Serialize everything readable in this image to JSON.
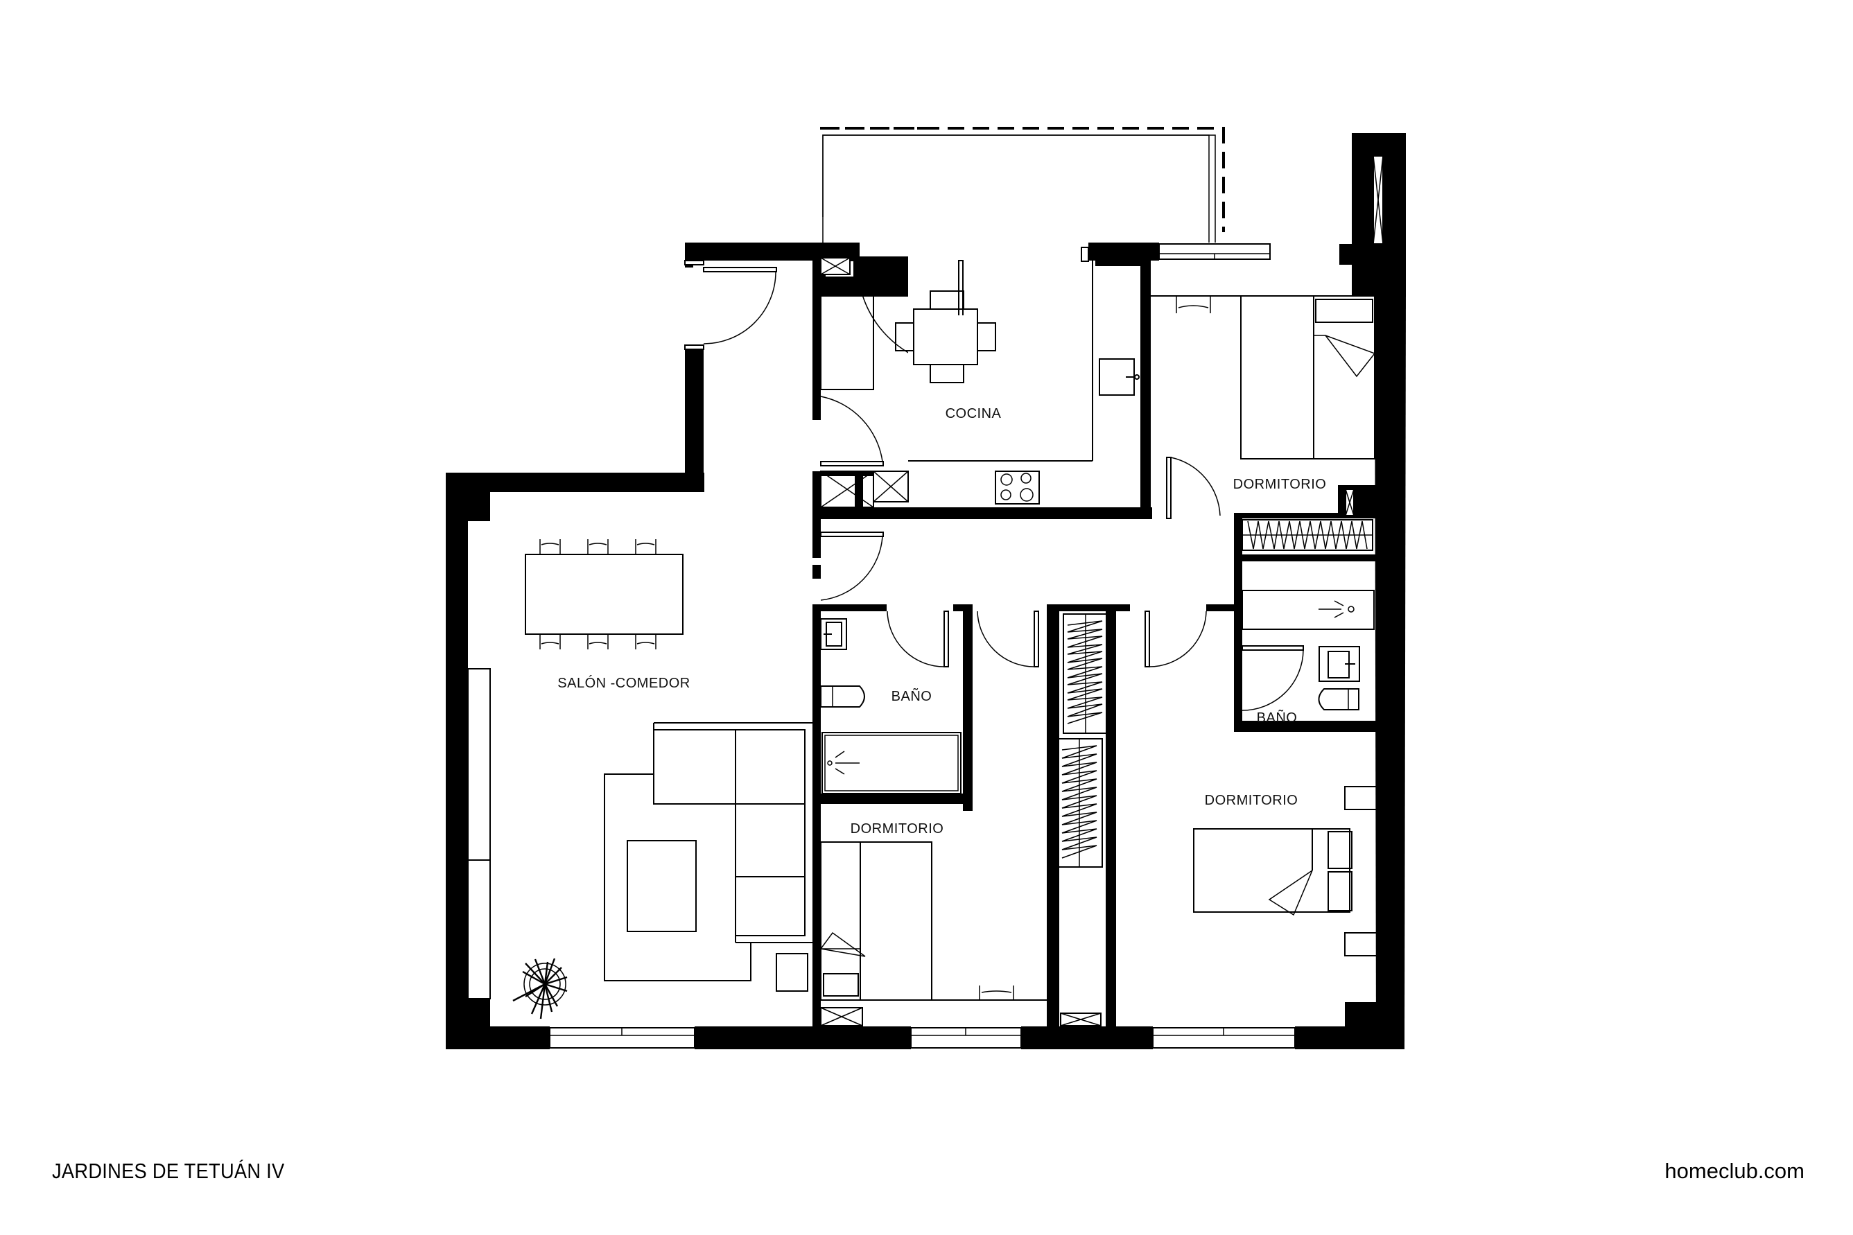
{
  "plan": {
    "project_name": "JARDINES DE TETUÁN IV",
    "website": "homeclub.com",
    "rooms": [
      {
        "id": "cocina",
        "label": "COCINA"
      },
      {
        "id": "salon",
        "label": "SALÓN -COMEDOR"
      },
      {
        "id": "bano-1",
        "label": "BAÑO"
      },
      {
        "id": "bano-2",
        "label": "BAÑO"
      },
      {
        "id": "dormitorio-1",
        "label": "DORMITORIO"
      },
      {
        "id": "dormitorio-2",
        "label": "DORMITORIO"
      },
      {
        "id": "dormitorio-3",
        "label": "DORMITORIO"
      }
    ]
  }
}
